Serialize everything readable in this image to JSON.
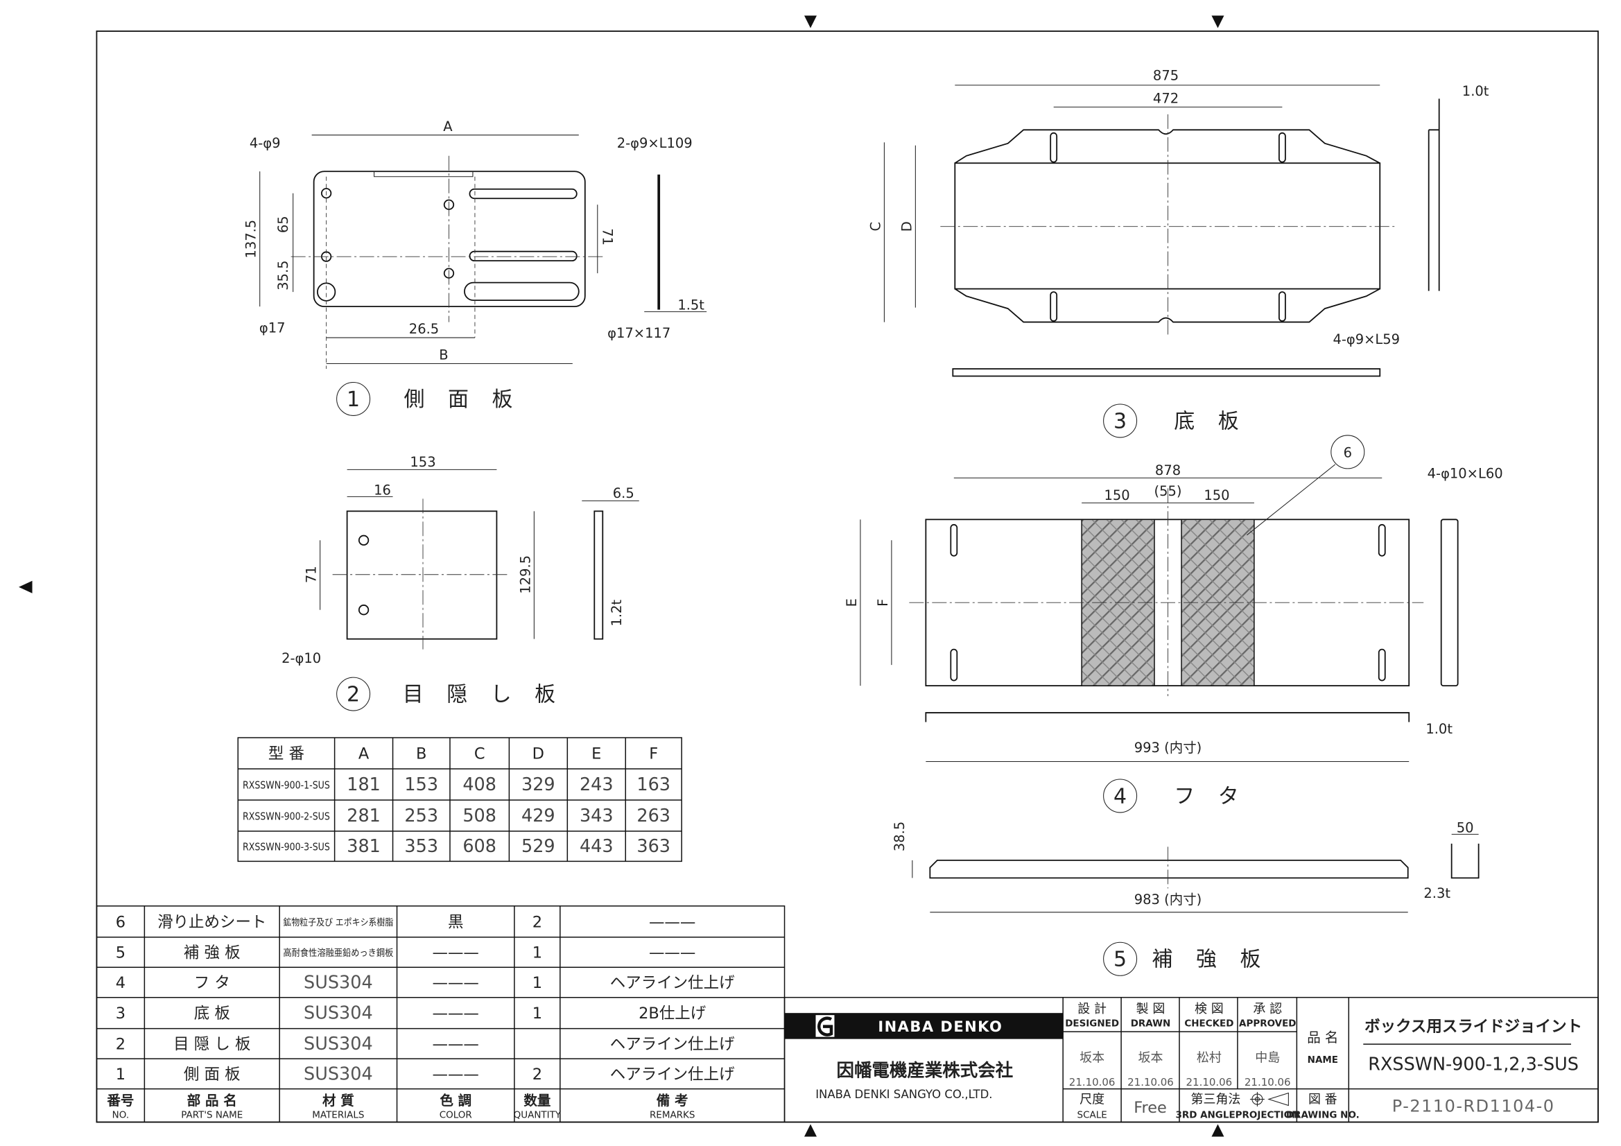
{
  "title_block": {
    "company_logo_text": "INABA DENKO",
    "company_jp": "因幡電機産業株式会社",
    "company_en": "INABA DENKI SANGYO CO.,LTD.",
    "roles": [
      {
        "jp": "設 計",
        "en": "DESIGNED",
        "name": "坂本",
        "date": "21.10.06"
      },
      {
        "jp": "製 図",
        "en": "DRAWN",
        "name": "坂本",
        "date": "21.10.06"
      },
      {
        "jp": "検 図",
        "en": "CHECKED",
        "name": "松村",
        "date": "21.10.06"
      },
      {
        "jp": "承 認",
        "en": "APPROVED",
        "name": "中島",
        "date": "21.10.06"
      }
    ],
    "name_label_jp": "品 名",
    "name_label_en": "NAME",
    "product_name_jp": "ボックス用スライドジョイント",
    "product_model": "RXSSWN-900-1,2,3-SUS",
    "scale_label_jp": "尺度",
    "scale_label_en": "SCALE",
    "scale_value": "Free",
    "projection_jp": "第三角法",
    "projection_en": "3RD ANGLEPROJECTION",
    "drawing_no_label_jp": "図 番",
    "drawing_no_label_en": "DRAWING NO.",
    "drawing_no": "P-2110-RD1104-0"
  },
  "parts_list": {
    "headers": [
      {
        "jp": "番号",
        "en": "NO."
      },
      {
        "jp": "部 品 名",
        "en": "PART'S NAME"
      },
      {
        "jp": "材 質",
        "en": "MATERIALS"
      },
      {
        "jp": "色 調",
        "en": "COLOR"
      },
      {
        "jp": "数量",
        "en": "QUANTITY"
      },
      {
        "jp": "備 考",
        "en": "REMARKS"
      }
    ],
    "rows": [
      [
        "6",
        "滑り止めシート",
        "鉱物粒子及び エポキシ系樹脂",
        "黒",
        "2",
        "———"
      ],
      [
        "5",
        "補 強 板",
        "高耐食性溶融亜鉛めっき鋼板",
        "———",
        "1",
        "———"
      ],
      [
        "4",
        "フ タ",
        "SUS304",
        "———",
        "1",
        "ヘアライン仕上げ"
      ],
      [
        "3",
        "底 板",
        "SUS304",
        "———",
        "1",
        "2B仕上げ"
      ],
      [
        "2",
        "目 隠 し 板",
        "SUS304",
        "———",
        "",
        "ヘアライン仕上げ"
      ],
      [
        "1",
        "側 面 板",
        "SUS304",
        "———",
        "2",
        "ヘアライン仕上げ"
      ]
    ]
  },
  "model_table": {
    "headers": [
      "型 番",
      "A",
      "B",
      "C",
      "D",
      "E",
      "F"
    ],
    "rows": [
      [
        "RXSSWN-900-1-SUS",
        "181",
        "153",
        "408",
        "329",
        "243",
        "163"
      ],
      [
        "RXSSWN-900-2-SUS",
        "281",
        "253",
        "508",
        "429",
        "343",
        "263"
      ],
      [
        "RXSSWN-900-3-SUS",
        "381",
        "353",
        "608",
        "529",
        "443",
        "363"
      ]
    ]
  },
  "views": {
    "v1": {
      "num": "1",
      "caption": "側 面 板",
      "A": "A",
      "B": "B",
      "h1": "137.5",
      "h2": "65",
      "h3": "35.5",
      "h4": "71",
      "d1": "26.5",
      "holes": "4-φ9",
      "slots": "2-φ9×L109",
      "big_hole": "φ17",
      "big_slot": "φ17×117",
      "thick": "1.5t"
    },
    "v2": {
      "num": "2",
      "caption": "目 隠 し 板",
      "w": "153",
      "off": "16",
      "h1": "71",
      "h2": "129.5",
      "holes": "2-φ10",
      "depth": "6.5",
      "thick": "1.2t"
    },
    "v3": {
      "num": "3",
      "caption": "底 板",
      "w1": "875",
      "w2": "472",
      "C": "C",
      "D": "D",
      "thick": "1.0t",
      "slots": "4-φ9×L59"
    },
    "v4": {
      "num": "4",
      "caption": "フ タ",
      "w": "878",
      "s1": "150",
      "gap": "(55)",
      "s2": "150",
      "slots": "4-φ10×L60",
      "E": "E",
      "F": "F",
      "callout": "6",
      "inner": "993 (内寸)",
      "thick": "1.0t"
    },
    "v5": {
      "num": "5",
      "caption": "補 強 板",
      "h": "38.5",
      "inner": "983 (内寸)",
      "thick": "2.3t",
      "w": "50"
    }
  }
}
